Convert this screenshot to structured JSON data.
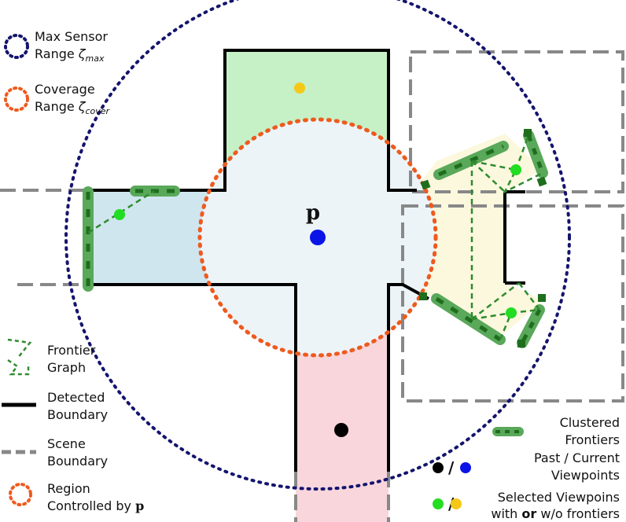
{
  "colors": {
    "max_sensor": "#14146e",
    "coverage": "#ee5a1e",
    "detected_boundary": "#000000",
    "scene_boundary": "#888888",
    "frontier_graph": "#2e8b2e",
    "clustered_frontier": "#5aa85a",
    "frontier_dash": "#1e6e1e",
    "current_viewpoint": "#0a14e6",
    "past_viewpoint": "#000000",
    "viewpoint_with_frontier": "#22dd22",
    "viewpoint_without_frontier": "#f5c818",
    "region_top": "#c6f0c6",
    "region_left": "#cfe6ee",
    "region_bottom": "#f8d6dc",
    "region_right": "#fbf8de",
    "region_center": "#ecf4f8"
  },
  "center_point": {
    "label": "p"
  },
  "legend": {
    "max_sensor": {
      "line1": "Max Sensor",
      "line2_text": "Range ",
      "symbol": "ζ",
      "subscript": "max"
    },
    "coverage": {
      "line1": "Coverage",
      "line2_text": "Range ",
      "symbol": "ζ",
      "subscript": "cover"
    },
    "frontier_graph": {
      "line1": "Frontier",
      "line2": "Graph"
    },
    "detected_boundary": {
      "line1": "Detected",
      "line2": "Boundary"
    },
    "scene_boundary": {
      "line1": "Scene",
      "line2": "Boundary"
    },
    "region": {
      "line1": "Region",
      "line2_text": "Controlled by ",
      "line2_bold": "p"
    },
    "clustered_frontiers": {
      "line1": "Clustered",
      "line2": "Frontiers"
    },
    "viewpoints": {
      "separator": "/",
      "line1": "Past / Current",
      "line2": "Viewpoints"
    },
    "selected": {
      "separator": "/",
      "line1": "Selected Viewpoins",
      "line2_pre": "with ",
      "line2_bold": "or",
      "line2_post": " w/o frontiers"
    }
  }
}
